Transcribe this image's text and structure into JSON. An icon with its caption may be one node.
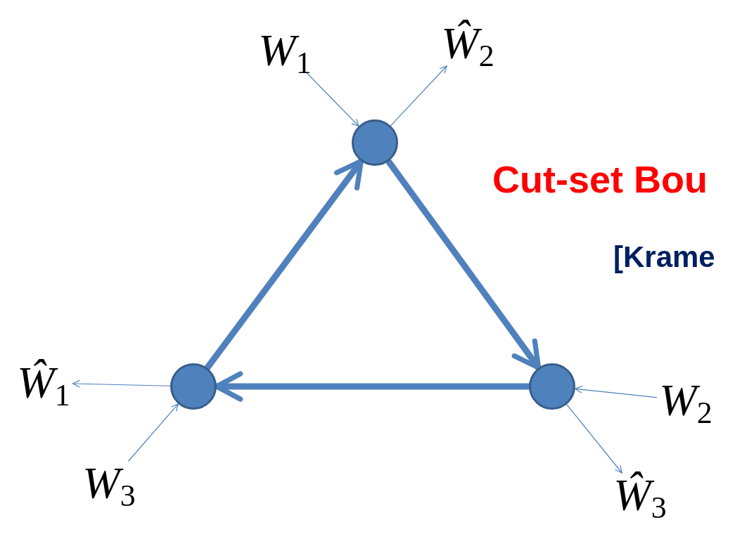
{
  "diagram": {
    "nodes": [
      {
        "text": [],
        "shape": "circle"
      },
      {
        "text": [],
        "shape": "circle"
      },
      {
        "text": [],
        "shape": "circle"
      },
      {
        "text": [
          "W$_{1}$"
        ]
      },
      {
        "text": [
          "Ŵ$_{2}$"
        ]
      },
      {
        "text": [
          "Ŵ$_{1}$"
        ]
      },
      {
        "text": [
          "W$_{2}$"
        ]
      },
      {
        "text": [
          "W$_{3}$"
        ]
      },
      {
        "text": [
          "Ŵ$_{3}$"
        ]
      }
    ],
    "edges": [
      {
        "from": 2,
        "to": 0,
        "arrow": "to",
        "style": "thick"
      },
      {
        "from": 0,
        "to": 1,
        "arrow": "to",
        "style": "thick"
      },
      {
        "from": 1,
        "to": 2,
        "arrow": "to",
        "style": "thick"
      },
      {
        "from": 3,
        "to": 0,
        "arrow": "to"
      },
      {
        "from": 0,
        "to": 4,
        "arrow": "to"
      },
      {
        "from": 2,
        "to": 5,
        "arrow": "to"
      },
      {
        "from": 6,
        "to": 1,
        "arrow": "to"
      },
      {
        "from": 7,
        "to": 2,
        "arrow": "to"
      },
      {
        "from": 1,
        "to": 8,
        "arrow": "to"
      }
    ],
    "labels": [
      "Cut-set Bou",
      "[Krame"
    ]
  }
}
